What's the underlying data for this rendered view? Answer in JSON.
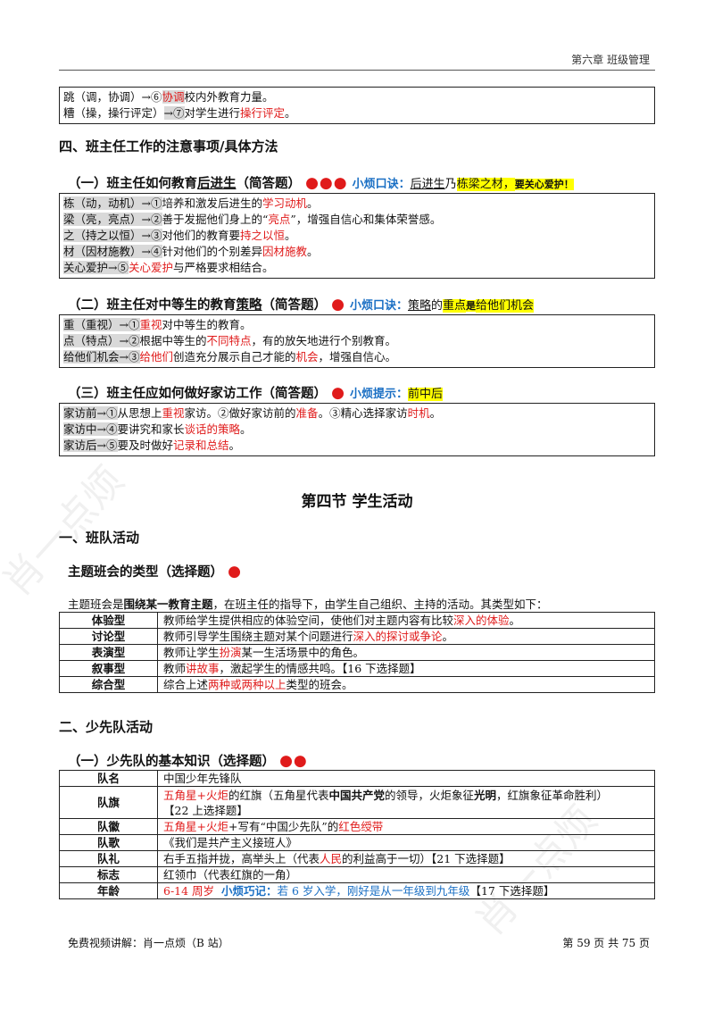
{
  "header": {
    "chapter": "第六章  班级管理"
  },
  "top_box": {
    "line1": {
      "a": "跳（调，协调）",
      "arrow": "→⑥",
      "r": "协调",
      "b": "校内外教育力量。"
    },
    "line2": {
      "a": "糟（操，操行评定）",
      "arrow": "→⑦",
      "b": "对学生进行",
      "r": "操行评定",
      "c": "。"
    }
  },
  "section4": {
    "title": "四、班主任工作的注意事项/具体方法"
  },
  "sub1": {
    "title_a": "（一）班主任如何教育",
    "title_u": "后进生",
    "title_b": "（简答题）",
    "dots": "●●●",
    "tip_label": "小烦口诀：",
    "tip_u": "后进生",
    "tip_a": "乃",
    "tip_hl1": "栋梁之材，",
    "tip_hl2": "要关心爱护！",
    "lines": [
      {
        "a": "栋（动，动机）",
        "arrow": "→①",
        "b": "培养和激发后进生的",
        "r": "学习动机",
        "c": "。"
      },
      {
        "a": "梁（亮，亮点）",
        "arrow": "→②",
        "b": "善于发掘他们身上的“",
        "r": "亮点",
        "c": "”，增强自信心和集体荣誉感。"
      },
      {
        "a": "之（持之以恒）",
        "arrow": "→③",
        "b": "对他们的教育要",
        "r": "持之以恒",
        "c": "。"
      },
      {
        "a": "材（因材施教）",
        "arrow": "→④",
        "b": "针对他们的个别差异",
        "r": "因材施教",
        "c": "。"
      },
      {
        "a": "关心爱护",
        "arrow": "→⑤",
        "b": "",
        "r": "关心爱护",
        "c": "与严格要求相结合。"
      }
    ]
  },
  "sub2": {
    "title_a": "（二）班主任对中等生的教育",
    "title_u": "策略",
    "title_b": "（简答题）",
    "dots": "●",
    "tip_label": "小烦口诀：",
    "tip_u": "策略",
    "tip_a": "的",
    "tip_hl1": "重点",
    "tip_hl2": "是",
    "tip_hl3": "给他们机会",
    "lines": [
      {
        "a": "重（重视）",
        "arrow": "→①",
        "b": "",
        "r": "重视",
        "c": "对中等生的教育。"
      },
      {
        "a": "点（特点）",
        "arrow": "→②",
        "b": "根据中等生的",
        "r": "不同特点",
        "c": "，有的放矢地进行个别教育。"
      },
      {
        "a": "给他们机会",
        "arrow": "→③",
        "b": "",
        "r": "给他们",
        "c": "创造充分展示自己才能的",
        "r2": "机会",
        "d": "，增强自信心。"
      }
    ]
  },
  "sub3": {
    "title": "（三）班主任应如何做好家访工作（简答题）",
    "dots": "●",
    "tip_label": "小烦提示：",
    "tip_hl": "前中后",
    "lines": [
      {
        "a": "家访前",
        "arrow": "→①",
        "b": "从思想上",
        "r": "重视",
        "c": "家访。②做好家访前的",
        "r2": "准备",
        "d": "。③精心选择家访",
        "r3": "时机",
        "e": "。"
      },
      {
        "a": "家访中",
        "arrow": "→④",
        "b": "要讲究和家长",
        "r": "谈话的策略",
        "c": "。"
      },
      {
        "a": "家访后",
        "arrow": "→⑤",
        "b": "要及时做好",
        "r": "记录和总结",
        "c": "。"
      }
    ]
  },
  "section_title": "第四节  学生活动",
  "part1": {
    "title": "一、班队活动",
    "sub_title": "主题班会的类型（选择题）",
    "dots": "●",
    "intro_a": "主题班会是",
    "intro_bold": "围绕某一教育主题",
    "intro_b": "，在班主任的指导下，由学生自己组织、主持的活动。其类型如下：",
    "rows": [
      {
        "k": "体验型",
        "a": "教师给学生提供相应的体验空间，使他们对主题内容有比较",
        "r": "深入的体验",
        "b": "。"
      },
      {
        "k": "讨论型",
        "a": "教师引导学生围绕主题对某个问题进行",
        "r": "深入的探讨或争论",
        "b": "。"
      },
      {
        "k": "表演型",
        "a": "教师让学生",
        "r": "扮演",
        "b": "某一生活场景中的角色。"
      },
      {
        "k": "叙事型",
        "a": "教师",
        "r": "讲故事",
        "b": "，激起学生的情感共鸣。【16 下选择题】"
      },
      {
        "k": "综合型",
        "a": "综合上述",
        "r": "两种或两种以上",
        "b": "类型的班会。"
      }
    ]
  },
  "part2": {
    "title": "二、少先队活动",
    "sub_title": "（一）少先队的基本知识（选择题）",
    "dots": "●●",
    "rows": {
      "name": {
        "k": "队名",
        "v": "中国少年先锋队"
      },
      "flag": {
        "k": "队旗",
        "r": "五角星+火炬",
        "a": "的红旗（五角星代表",
        "b1": "中国共产党",
        "b": "的领导，火炬象征",
        "b2": "光明",
        "c": "，红旗象征革命胜利）",
        "d": "【22 上选择题】"
      },
      "badge": {
        "k": "队徽",
        "r": "五角星+火炬",
        "a": "+写有“中国少先队”的",
        "r2": "红色绶带"
      },
      "song": {
        "k": "队歌",
        "v": "《我们是共产主义接班人》"
      },
      "salute": {
        "k": "队礼",
        "a": "右手五指并拢，高举头上（代表",
        "r": "人民",
        "b": "的利益高于一切）【21 下选择题】"
      },
      "sign": {
        "k": "标志",
        "v": "红领巾（代表红旗的一角）"
      },
      "age": {
        "k": "年龄",
        "r": "6-14 周岁",
        "tip": "小烦巧记：",
        "t": "若 6 岁入学，刚好是从一年级到九年级",
        "d": "【17 下选择题】"
      }
    }
  },
  "footer": {
    "left": "免费视频讲解：肖一点烦（B 站）",
    "right": "第 59 页 共 75 页"
  },
  "watermark": {
    "text": "肖一点烦"
  }
}
